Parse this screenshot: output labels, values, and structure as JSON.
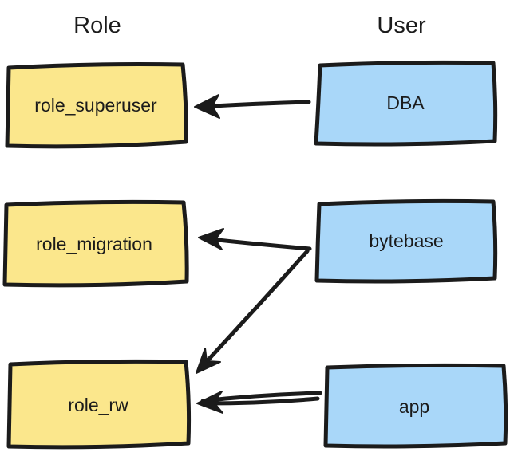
{
  "headers": {
    "role": "Role",
    "user": "User"
  },
  "roles": [
    {
      "label": "role_superuser"
    },
    {
      "label": "role_migration"
    },
    {
      "label": "role_rw"
    }
  ],
  "users": [
    {
      "label": "DBA"
    },
    {
      "label": "bytebase"
    },
    {
      "label": "app"
    }
  ],
  "edges": [
    {
      "from": "DBA",
      "to": "role_superuser"
    },
    {
      "from": "bytebase",
      "to": "role_migration"
    },
    {
      "from": "bytebase",
      "to": "role_rw"
    },
    {
      "from": "app",
      "to": "role_rw"
    }
  ],
  "colors": {
    "role_fill": "#FBE78C",
    "user_fill": "#A9D7F9",
    "stroke": "#1B1B1B",
    "text": "#1B1B1B"
  }
}
